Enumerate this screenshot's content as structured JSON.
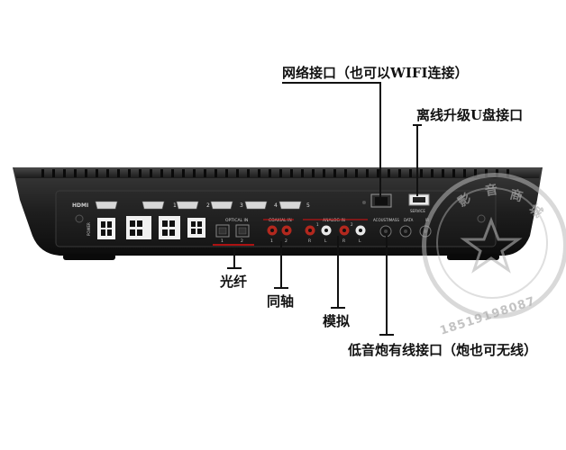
{
  "callouts": {
    "network": "网络接口（也可以WIFI连接）",
    "upgrade": "离线升级U盘接口",
    "optical": "光纤",
    "coaxial": "同轴",
    "analog": "模拟",
    "subwoofer": "低音炮有线接口（炮也可无线）"
  },
  "panel": {
    "hdmi_logo": "HDMI",
    "hdmi_numbers": [
      "1",
      "2",
      "3",
      "4",
      "5"
    ],
    "power": "POWER",
    "optical_in": "OPTICAL IN",
    "optical_numbers": [
      "1",
      "2"
    ],
    "coaxial_in": "COAXIAL IN",
    "coaxial_numbers": [
      "1",
      "2"
    ],
    "analog_in": "ANALOG IN",
    "analog_lr": [
      "R",
      "L",
      "R",
      "L"
    ],
    "analog_numbers": [
      "1",
      "2"
    ],
    "service": "SERVICE",
    "acoustimass": "ACOUSTIMASS",
    "data": "DATA",
    "ir": "IR"
  },
  "watermark": {
    "chars": [
      "影",
      "音",
      "商",
      "城"
    ],
    "phone": "18519198087"
  }
}
